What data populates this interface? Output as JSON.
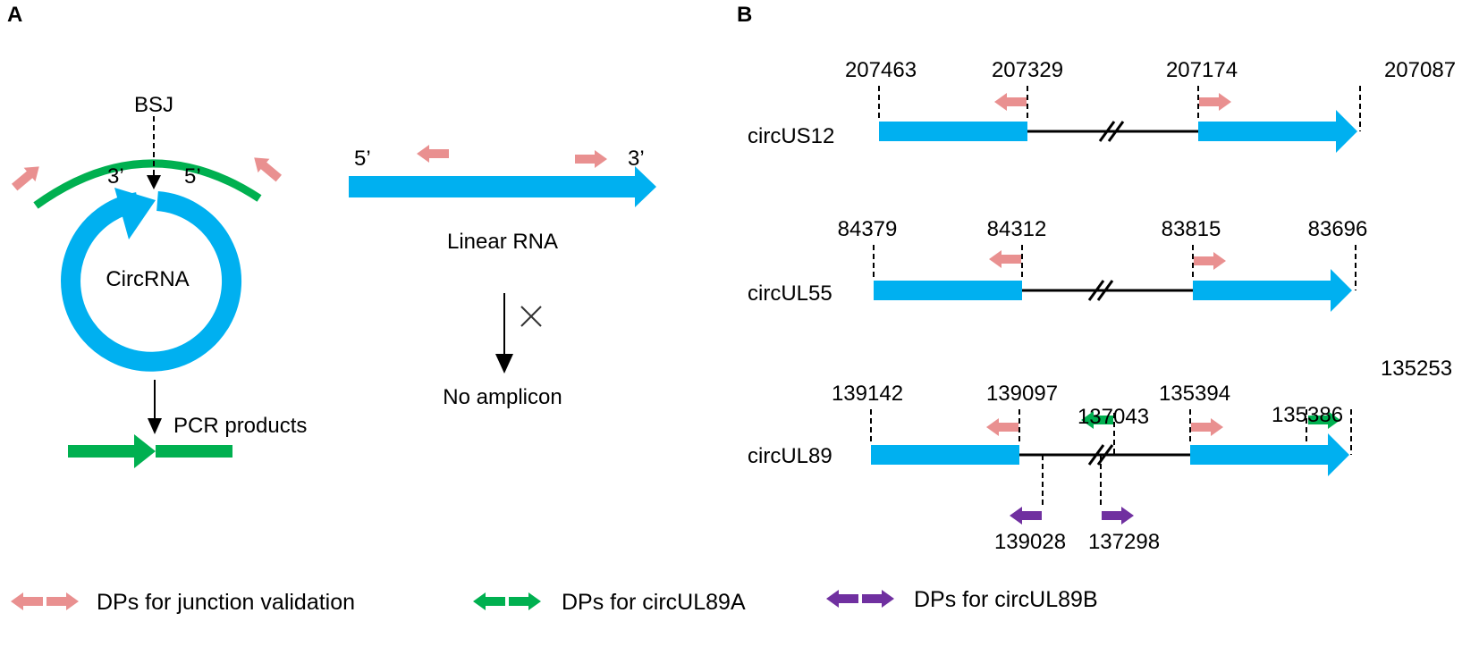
{
  "panels": {
    "a": "A",
    "b": "B"
  },
  "colors": {
    "exon": "#00b0f0",
    "junction_primer": "#e99090",
    "primer_a": "#00b050",
    "primer_b": "#7030a0",
    "backbone": "#000000"
  },
  "panel_a": {
    "bsj": "BSJ",
    "three_prime": "3’",
    "five_prime": "5’",
    "circrna": "CircRNA",
    "pcr_products": "PCR products",
    "linear_five": "5’",
    "linear_three": "3’",
    "linear_rna": "Linear RNA",
    "no_amplicon": "No amplicon",
    "cross": "×"
  },
  "panel_b": {
    "us12": {
      "name": "circUS12",
      "c1": "207463",
      "c2": "207329",
      "c3": "207174",
      "c4": "207087"
    },
    "ul55": {
      "name": "circUL55",
      "c1": "84379",
      "c2": "84312",
      "c3": "83815",
      "c4": "83696"
    },
    "ul89": {
      "name": "circUL89",
      "c1": "139142",
      "c2": "139097",
      "c3": "135394",
      "c4": "135253",
      "g1": "137043",
      "g2": "135386",
      "p1": "139028",
      "p2": "137298"
    }
  },
  "legend": {
    "junction": "DPs for junction validation",
    "a": "DPs for circUL89A",
    "b": "DPs for circUL89B"
  }
}
